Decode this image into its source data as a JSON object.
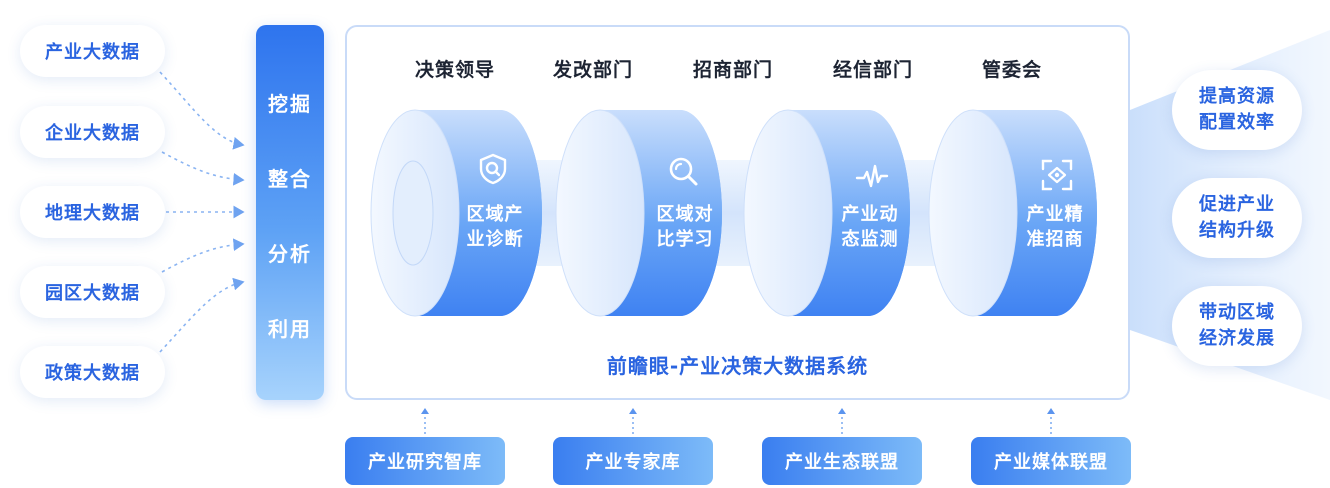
{
  "sources": [
    "产业大数据",
    "企业大数据",
    "地理大数据",
    "园区大数据",
    "政策大数据"
  ],
  "process_steps": [
    "挖掘",
    "整合",
    "分析",
    "利用"
  ],
  "departments": [
    "决策领导",
    "发改部门",
    "招商部门",
    "经信部门",
    "管委会"
  ],
  "modules": [
    {
      "line1": "区域产",
      "line2": "业诊断",
      "icon": "shield-search-icon"
    },
    {
      "line1": "区域对",
      "line2": "比学习",
      "icon": "magnifier-icon"
    },
    {
      "line1": "产业动",
      "line2": "态监测",
      "icon": "pulse-wave-icon"
    },
    {
      "line1": "产业精",
      "line2": "准招商",
      "icon": "target-scan-icon"
    }
  ],
  "system_title": "前瞻眼-产业决策大数据系统",
  "outcomes": [
    {
      "line1": "提高资源",
      "line2": "配置效率"
    },
    {
      "line1": "促进产业",
      "line2": "结构升级"
    },
    {
      "line1": "带动区域",
      "line2": "经济发展"
    }
  ],
  "supports": [
    "产业研究智库",
    "产业专家库",
    "产业生态联盟",
    "产业媒体联盟"
  ],
  "colors": {
    "accent": "#2a64e0",
    "cylinder_dark": "#3f82f2",
    "cylinder_light": "#e3eefd",
    "frame_border": "#c9dbf8"
  }
}
